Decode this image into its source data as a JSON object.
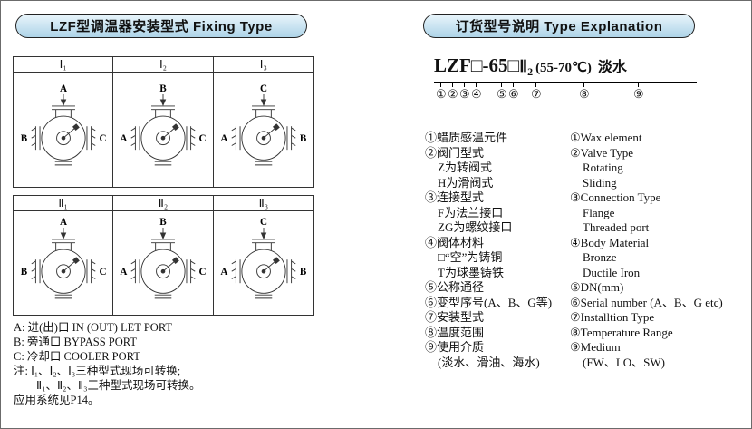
{
  "theme": {
    "accent": "#aed4e8"
  },
  "left_section": {
    "header": "LZF型调温器安装型式 Fixing Type",
    "cells": [
      {
        "label": "Ⅰ₁",
        "top": "A",
        "left": "B",
        "right": "C"
      },
      {
        "label": "Ⅰ₂",
        "top": "B",
        "left": "A",
        "right": "C"
      },
      {
        "label": "Ⅰ₃",
        "top": "C",
        "left": "A",
        "right": "B"
      },
      {
        "label": "Ⅱ₁",
        "top": "A",
        "left": "B",
        "right": "C"
      },
      {
        "label": "Ⅱ₂",
        "top": "B",
        "left": "A",
        "right": "C"
      },
      {
        "label": "Ⅱ₃",
        "top": "C",
        "left": "A",
        "right": "B"
      }
    ],
    "notes": [
      {
        "text": "A: 进(出)口 IN (OUT) LET PORT"
      },
      {
        "text": "B: 旁通口 BYPASS PORT"
      },
      {
        "text": "C: 冷却口 COOLER PORT"
      },
      {
        "text": "注: Ⅰ₁、Ⅰ₂、Ⅰ₃三种型式现场可转换;"
      },
      {
        "text": "Ⅱ₁、Ⅱ₂、Ⅱ₃三种型式现场可转换。"
      },
      {
        "text": "应用系统见P14。"
      }
    ]
  },
  "right_section": {
    "header": "订货型号说明 Type Explanation",
    "model": {
      "m1": "LZF□-65□",
      "m2": "Ⅱ",
      "m2s": "2",
      "m3": "(55-70℃)",
      "m4": "淡水",
      "callouts": [
        "①",
        "②",
        "③",
        "④",
        "⑤",
        "⑥",
        "⑦",
        "⑧",
        "⑨"
      ]
    },
    "rows": [
      {
        "cn": "①蜡质感温元件",
        "en": "①Wax element"
      },
      {
        "cn": "②阀门型式",
        "en": "②Valve Type"
      },
      {
        "cn": "Z为转阀式",
        "en": "Rotating"
      },
      {
        "cn": "H为滑阀式",
        "en": "Sliding"
      },
      {
        "cn": "③连接型式",
        "en": "③Connection Type"
      },
      {
        "cn": "F为法兰接口",
        "en": "Flange"
      },
      {
        "cn": "ZG为螺纹接口",
        "en": "Threaded port"
      },
      {
        "cn": "④阀体材料",
        "en": "④Body Material"
      },
      {
        "cn": "□“空”为铸铜",
        "en": "Bronze"
      },
      {
        "cn": "T为球墨铸铁",
        "en": "Ductile Iron"
      },
      {
        "cn": "⑤公称通径",
        "en": "⑤DN(mm)"
      },
      {
        "cn": "⑥变型序号(A、B、G等)",
        "en": "⑥Serial number (A、B、G etc)"
      },
      {
        "cn": "⑦安装型式",
        "en": "⑦Installtion Type"
      },
      {
        "cn": "⑧温度范围",
        "en": "⑧Temperature Range"
      },
      {
        "cn": "⑨使用介质",
        "en": "⑨Medium"
      },
      {
        "cn": "(淡水、滑油、海水)",
        "en": "(FW、LO、SW)"
      }
    ]
  }
}
